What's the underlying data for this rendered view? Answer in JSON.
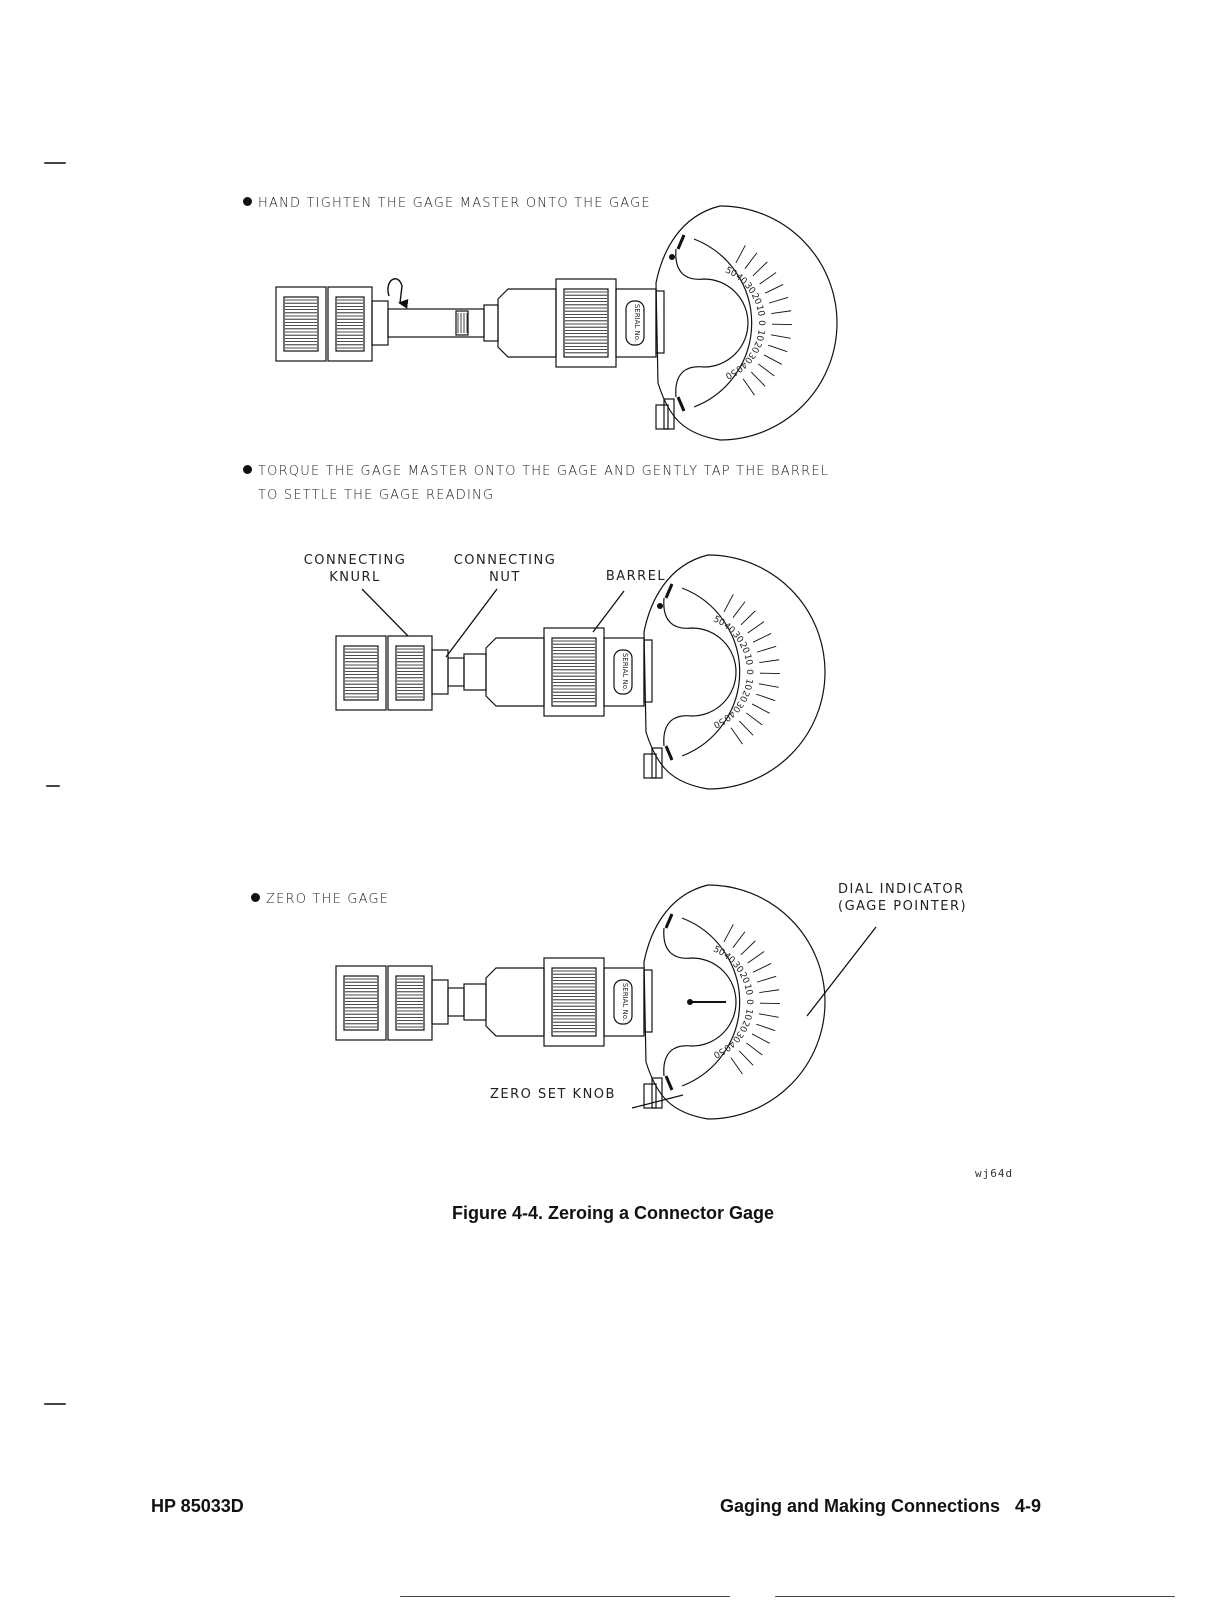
{
  "steps": [
    {
      "text": "HAND TIGHTEN THE GAGE MASTER ONTO THE GAGE"
    },
    {
      "line1": "TORQUE THE GAGE MASTER ONTO THE GAGE AND GENTLY TAP THE BARREL",
      "line2": "TO SETTLE THE GAGE READING"
    },
    {
      "text": "ZERO THE GAGE"
    }
  ],
  "labels": {
    "connecting_knurl": [
      "CONNECTING",
      "KNURL"
    ],
    "connecting_nut": [
      "CONNECTING",
      "NUT"
    ],
    "barrel": "BARREL",
    "dial_indicator": [
      "DIAL INDICATOR",
      "(GAGE POINTER)"
    ],
    "zero_set_knob": "ZERO SET KNOB"
  },
  "dial": {
    "serial": "SERIAL No.",
    "scale": [
      "50",
      "40",
      "30",
      "20",
      "10",
      "0",
      "10",
      "20",
      "30",
      "40",
      "50"
    ],
    "plus": "+",
    "minus": "−"
  },
  "figure_ref": "wj64d",
  "caption": "Figure 4-4. Zeroing a Connector Gage",
  "footer": {
    "left": "HP 85033D",
    "right": "Gaging and Making Connections",
    "page": "4-9"
  }
}
